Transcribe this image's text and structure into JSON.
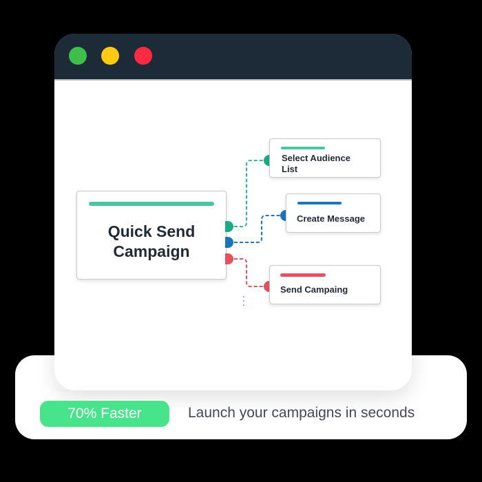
{
  "window": {
    "controls": [
      {
        "name": "green",
        "color": "#3dbf4c"
      },
      {
        "name": "yellow",
        "color": "#fecb12"
      },
      {
        "name": "red",
        "color": "#fe2b41"
      }
    ],
    "header_color": "#1d2a38"
  },
  "flow": {
    "main_node": {
      "title_line1": "Quick Send",
      "title_line2": "Campaign",
      "accent": "#4bc6a0"
    },
    "steps": [
      {
        "label_line1": "Select Audience",
        "label_line2": "List",
        "accent": "#4bc6a0",
        "port_color": "#1aab85"
      },
      {
        "label_line1": "Create Message",
        "label_line2": "",
        "accent": "#1c75bc",
        "port_color": "#1c75bc"
      },
      {
        "label_line1": "Send Campaing",
        "label_line2": "",
        "accent": "#e8505f",
        "port_color": "#e8505f"
      }
    ]
  },
  "footer": {
    "badge": "70% Faster",
    "badge_color": "#47e48c",
    "tagline": "Launch your campaigns in seconds"
  }
}
